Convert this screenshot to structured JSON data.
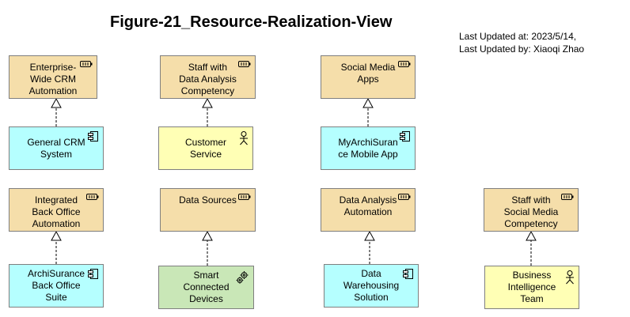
{
  "title": "Figure-21_Resource-Realization-View",
  "meta": {
    "updated_at": "Last Updated at: 2023/5/14,",
    "updated_by": "Last Updated by: Xiaoqi Zhao"
  },
  "nodes": [
    {
      "id": "n1",
      "label": "Enterprise-\nWide CRM\nAutomation",
      "type": "capability",
      "icon": "capability-icon"
    },
    {
      "id": "n2",
      "label": "Staff with\nData Analysis\nCompetency",
      "type": "capability",
      "icon": "capability-icon"
    },
    {
      "id": "n3",
      "label": "Social Media\nApps",
      "type": "capability",
      "icon": "capability-icon"
    },
    {
      "id": "n4",
      "label": "General CRM\nSystem",
      "type": "application-component",
      "icon": "component-icon"
    },
    {
      "id": "n5",
      "label": "Customer\nService",
      "type": "business-role",
      "icon": "actor-icon"
    },
    {
      "id": "n6",
      "label": "MyArchiSuran\nce Mobile App",
      "type": "application-component",
      "icon": "component-icon"
    },
    {
      "id": "n7",
      "label": "Integrated\nBack Office\nAutomation",
      "type": "capability",
      "icon": "capability-icon"
    },
    {
      "id": "n8",
      "label": "Data Sources",
      "type": "capability",
      "icon": "capability-icon"
    },
    {
      "id": "n9",
      "label": "Data Analysis\nAutomation",
      "type": "capability",
      "icon": "capability-icon"
    },
    {
      "id": "n10",
      "label": "Staff with\nSocial Media\nCompetency",
      "type": "capability",
      "icon": "capability-icon"
    },
    {
      "id": "n11",
      "label": "ArchiSurance\nBack Office\nSuite",
      "type": "application-component",
      "icon": "component-icon"
    },
    {
      "id": "n12",
      "label": "Smart\nConnected\nDevices",
      "type": "technology-system",
      "icon": "gear-icon"
    },
    {
      "id": "n13",
      "label": "Data\nWarehousing\nSolution",
      "type": "application-component",
      "icon": "component-icon"
    },
    {
      "id": "n14",
      "label": "Business\nIntelligence\nTeam",
      "type": "business-role",
      "icon": "actor-icon"
    }
  ],
  "relations": [
    {
      "from": "n4",
      "to": "n1",
      "type": "realization"
    },
    {
      "from": "n5",
      "to": "n2",
      "type": "realization"
    },
    {
      "from": "n6",
      "to": "n3",
      "type": "realization"
    },
    {
      "from": "n11",
      "to": "n7",
      "type": "realization"
    },
    {
      "from": "n12",
      "to": "n8",
      "type": "realization"
    },
    {
      "from": "n13",
      "to": "n9",
      "type": "realization"
    },
    {
      "from": "n14",
      "to": "n10",
      "type": "realization"
    }
  ]
}
